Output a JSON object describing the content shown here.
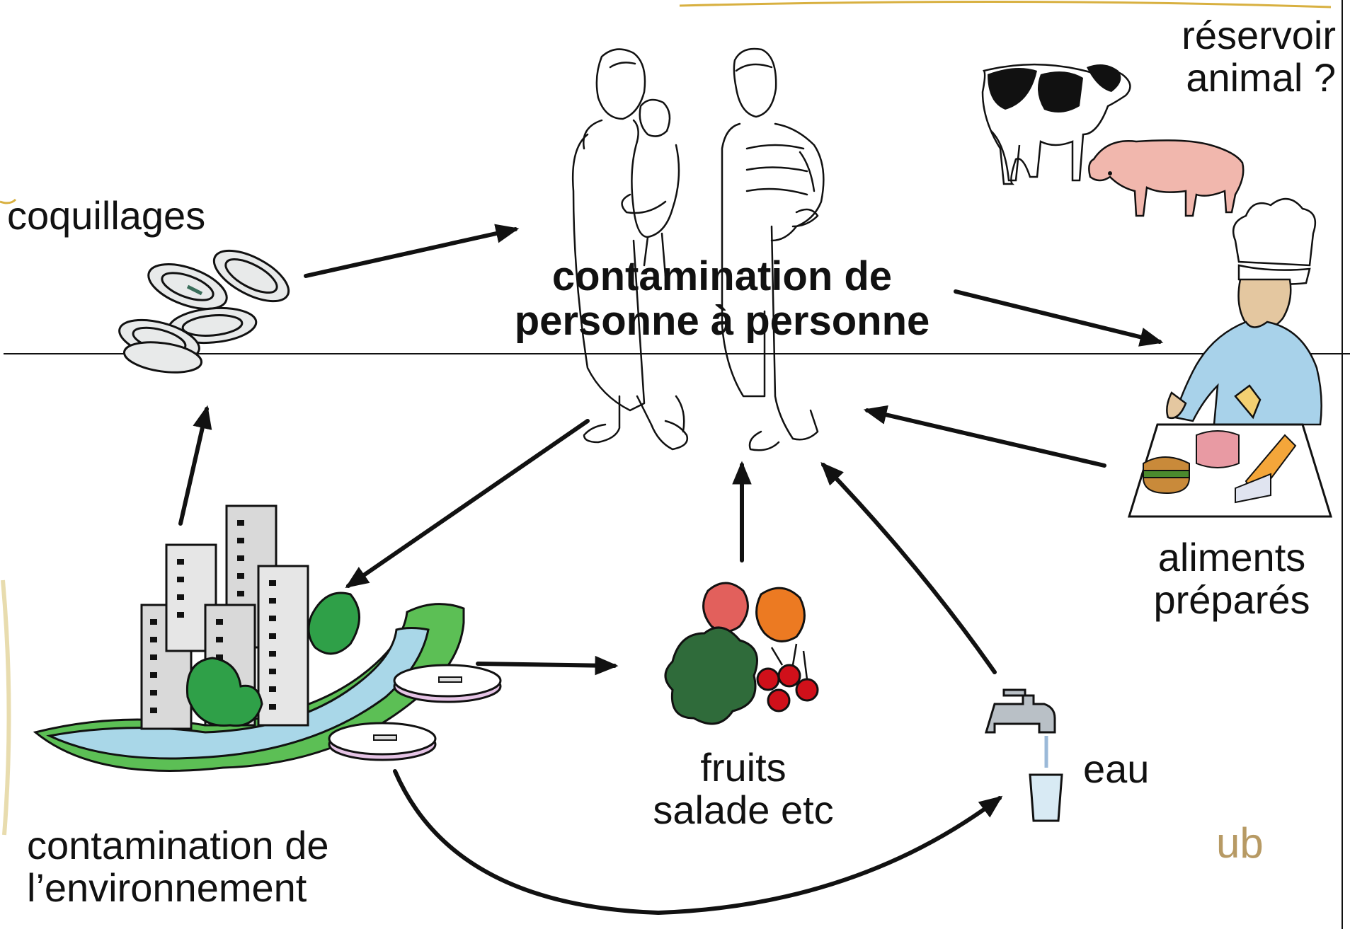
{
  "labels": {
    "top_right": [
      "réservoir",
      "animal ?"
    ],
    "coquillages": "coquillages",
    "center": [
      "contamination de",
      "personne à personne"
    ],
    "aliments": [
      "aliments",
      "préparés"
    ],
    "fruits": [
      "fruits",
      "salade etc"
    ],
    "eau": "eau",
    "environnement": [
      "contamination de",
      "l’environnement"
    ],
    "ub": "ub"
  },
  "icons": [
    "family-icon",
    "cow-icon",
    "pig-icon",
    "chef-icon",
    "prepared-food-icon",
    "shells-icon",
    "city-river-icon",
    "petri-dish-icon",
    "fruits-vegetables-icon",
    "faucet-glass-icon"
  ],
  "colors": {
    "text": "#111111",
    "ub": "#b79a64",
    "arrow": "#111111",
    "accent_gold": "#d8b040",
    "chef_coat": "#a8d2ea",
    "river": "#a9d7e8",
    "river_bank": "#5cbf55",
    "tree": "#2fa048",
    "petri": "#e6c4e6",
    "pig": "#f1b7ad",
    "apple": "#e2605c",
    "orange": "#ec7a22",
    "lettuce": "#2f6b3a",
    "cherries": "#d0101a"
  }
}
